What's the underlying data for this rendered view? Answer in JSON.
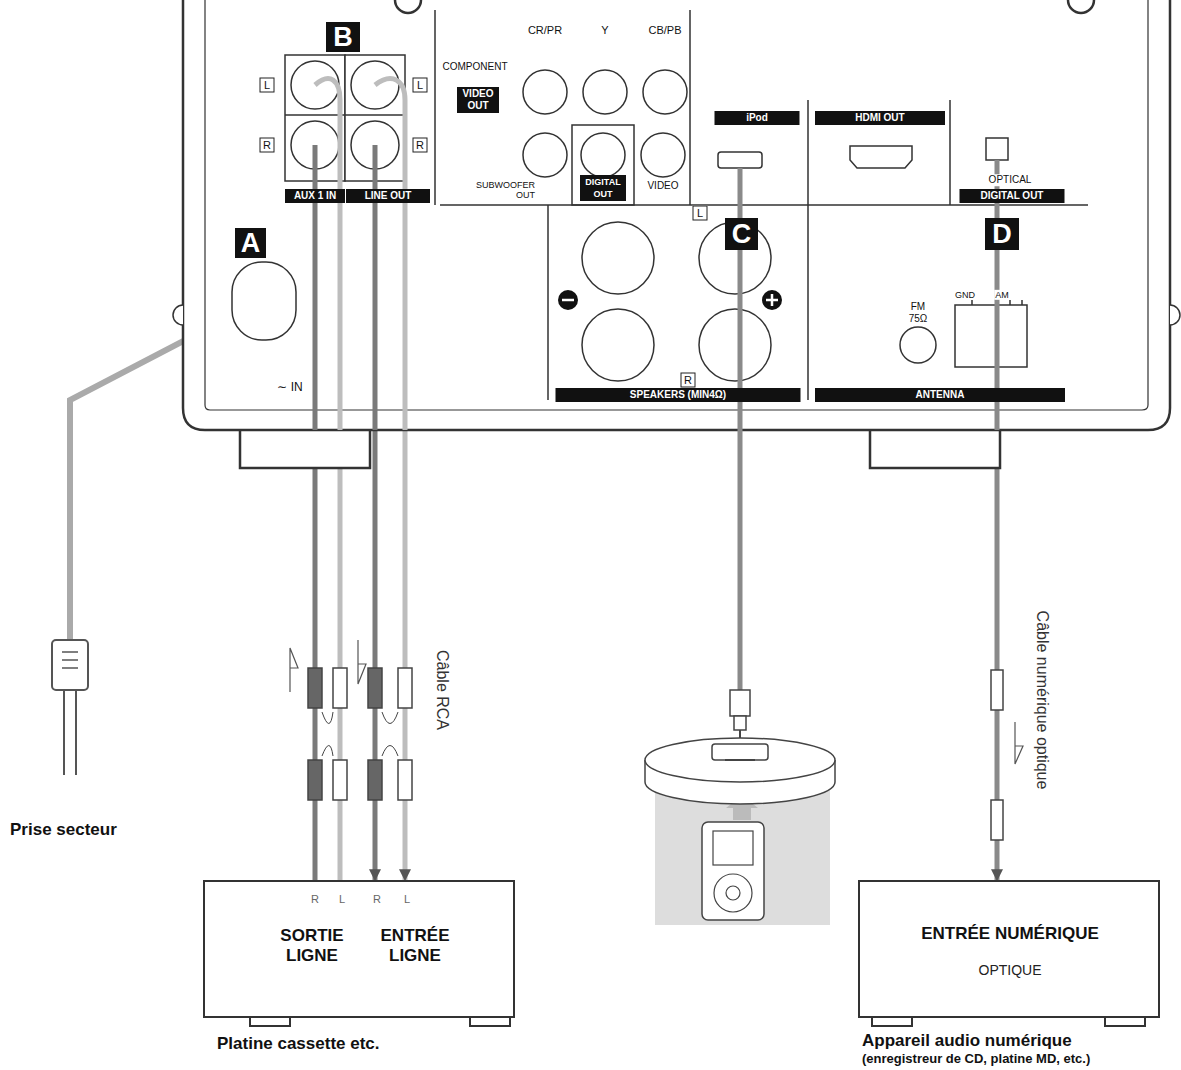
{
  "diagram": {
    "nodes": [
      {
        "text": [
          "AUX 1 IN",
          "LINE OUT",
          "L",
          "R",
          "L",
          "R",
          "COMPONENT",
          "VIDEO OUT",
          "CR/PR",
          "Y",
          "CB/PB",
          "SUBWOOFER OUT",
          "DIGITAL OUT",
          "VIDEO",
          "iPod",
          "HDMI OUT",
          "OPTICAL",
          "DIGITAL OUT",
          "L",
          "R",
          "SPEAKERS (MIN4Ω)",
          "FM 75Ω",
          "GND",
          "AM",
          "ANTENNA",
          "∼ IN"
        ]
      },
      {
        "text": [
          "B"
        ],
        "in": 0
      },
      {
        "text": [
          "A"
        ],
        "in": 0
      },
      {
        "text": [
          "C"
        ],
        "in": 0
      },
      {
        "text": [
          "D"
        ],
        "in": 0
      },
      {
        "text": [
          "R",
          "L",
          "SORTIE LIGNE",
          "R",
          "L",
          "ENTRÉE LIGNE",
          "Platine cassette etc."
        ]
      },
      {
        "text": [
          "ENTRÉE NUMÉRIQUE",
          "OPTIQUE",
          "Appareil audio numérique",
          "(enregistreur de CD, platine MD, etc.)"
        ]
      }
    ],
    "edges": [
      {
        "from": 5,
        "to": 0,
        "arrow": "to"
      },
      {
        "from": 5,
        "to": 0,
        "arrow": "to"
      },
      {
        "from": 0,
        "to": 5,
        "arrow": "to"
      },
      {
        "from": 0,
        "to": 5,
        "label": "Câble RCA",
        "arrow": "to"
      },
      {
        "from": 0,
        "to": 6,
        "label": "Câble numérique optique",
        "arrow": "to"
      }
    ],
    "labels": [
      "Prise secteur"
    ]
  }
}
